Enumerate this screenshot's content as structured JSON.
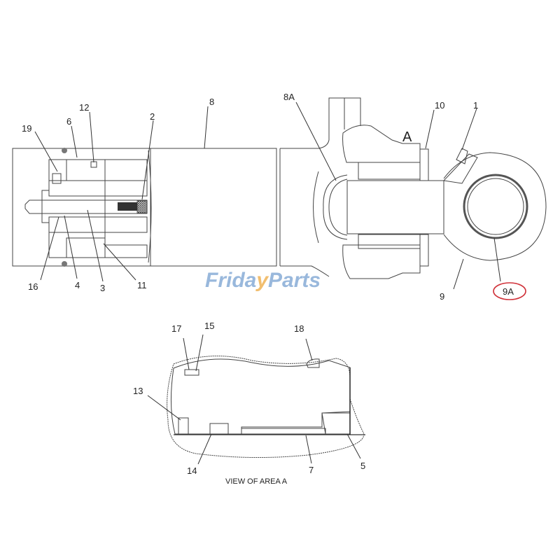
{
  "diagram": {
    "title": "Hydraulic cylinder sectional parts diagram",
    "watermark": {
      "part1": "Frida",
      "part2": "y",
      "part3": "Parts",
      "color": "#8fb1d9",
      "accent": "#f0b860"
    },
    "highlight_color": "#d0323a",
    "area_marker": "A",
    "main_labels": [
      {
        "id": "1",
        "text": "1"
      },
      {
        "id": "2",
        "text": "2"
      },
      {
        "id": "3",
        "text": "3"
      },
      {
        "id": "4",
        "text": "4"
      },
      {
        "id": "6",
        "text": "6"
      },
      {
        "id": "8",
        "text": "8"
      },
      {
        "id": "8A",
        "text": "8A"
      },
      {
        "id": "9",
        "text": "9"
      },
      {
        "id": "9A",
        "text": "9A"
      },
      {
        "id": "10",
        "text": "10"
      },
      {
        "id": "11",
        "text": "11"
      },
      {
        "id": "12",
        "text": "12"
      },
      {
        "id": "16",
        "text": "16"
      },
      {
        "id": "19",
        "text": "19"
      }
    ],
    "detail_labels": [
      {
        "id": "5",
        "text": "5"
      },
      {
        "id": "7",
        "text": "7"
      },
      {
        "id": "13",
        "text": "13"
      },
      {
        "id": "14",
        "text": "14"
      },
      {
        "id": "15",
        "text": "15"
      },
      {
        "id": "17",
        "text": "17"
      },
      {
        "id": "18",
        "text": "18"
      }
    ],
    "detail_caption": "VIEW OF AREA A"
  }
}
